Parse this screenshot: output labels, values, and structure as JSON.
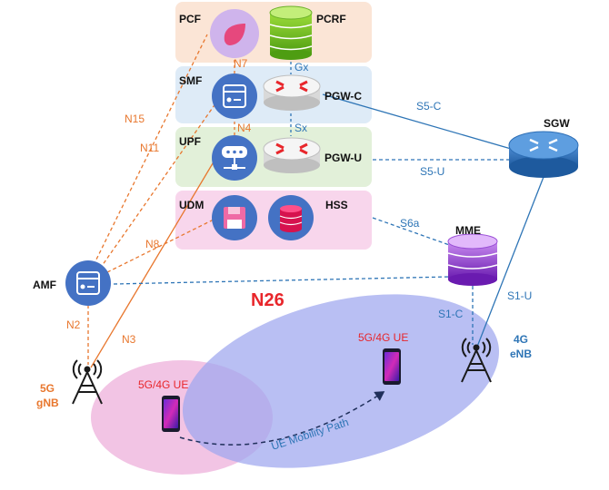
{
  "nodes": {
    "pcf": "PCF",
    "pcrf": "PCRF",
    "smf": "SMF",
    "pgw_c": "PGW-C",
    "upf": "UPF",
    "pgw_u": "PGW-U",
    "udm": "UDM",
    "hss": "HSS",
    "amf": "AMF",
    "sgw": "SGW",
    "mme": "MME",
    "gnb_line1": "5G",
    "gnb_line2": "gNB",
    "enb_line1": "4G",
    "enb_line2": "eNB",
    "ue_left": "5G/4G UE",
    "ue_right": "5G/4G UE"
  },
  "interfaces": {
    "n7": "N7",
    "gx": "Gx",
    "n4": "N4",
    "sx": "Sx",
    "n15": "N15",
    "n11": "N11",
    "n8": "N8",
    "n2": "N2",
    "n3": "N3",
    "s5c": "S5-C",
    "s5u": "S5-U",
    "s6a": "S6a",
    "s1c": "S1-C",
    "s1u": "S1-U",
    "n26": "N26"
  },
  "mobility_path": "UE Mobility Path",
  "colors": {
    "orange_interface": "#e8772e",
    "blue_interface": "#2e75b6",
    "n26_red": "#e8262b",
    "pcf_panel": "#fbe5d6",
    "smf_panel": "#deebf7",
    "upf_panel": "#e2f0d9",
    "udm_panel": "#f8d6ec",
    "nf_circle": "#4472c4",
    "ellipse_5g": "#eeb4dc",
    "ellipse_4g": "#9ea6ee"
  },
  "icons": [
    "pcf-drop-icon",
    "pcrf-database-icon",
    "smf-server-icon",
    "router-icon",
    "upf-network-icon",
    "udm-floppy-icon",
    "hss-database-icon",
    "amf-server-icon",
    "sgw-router-icon",
    "mme-database-icon",
    "antenna-tower-icon",
    "smartphone-icon"
  ]
}
